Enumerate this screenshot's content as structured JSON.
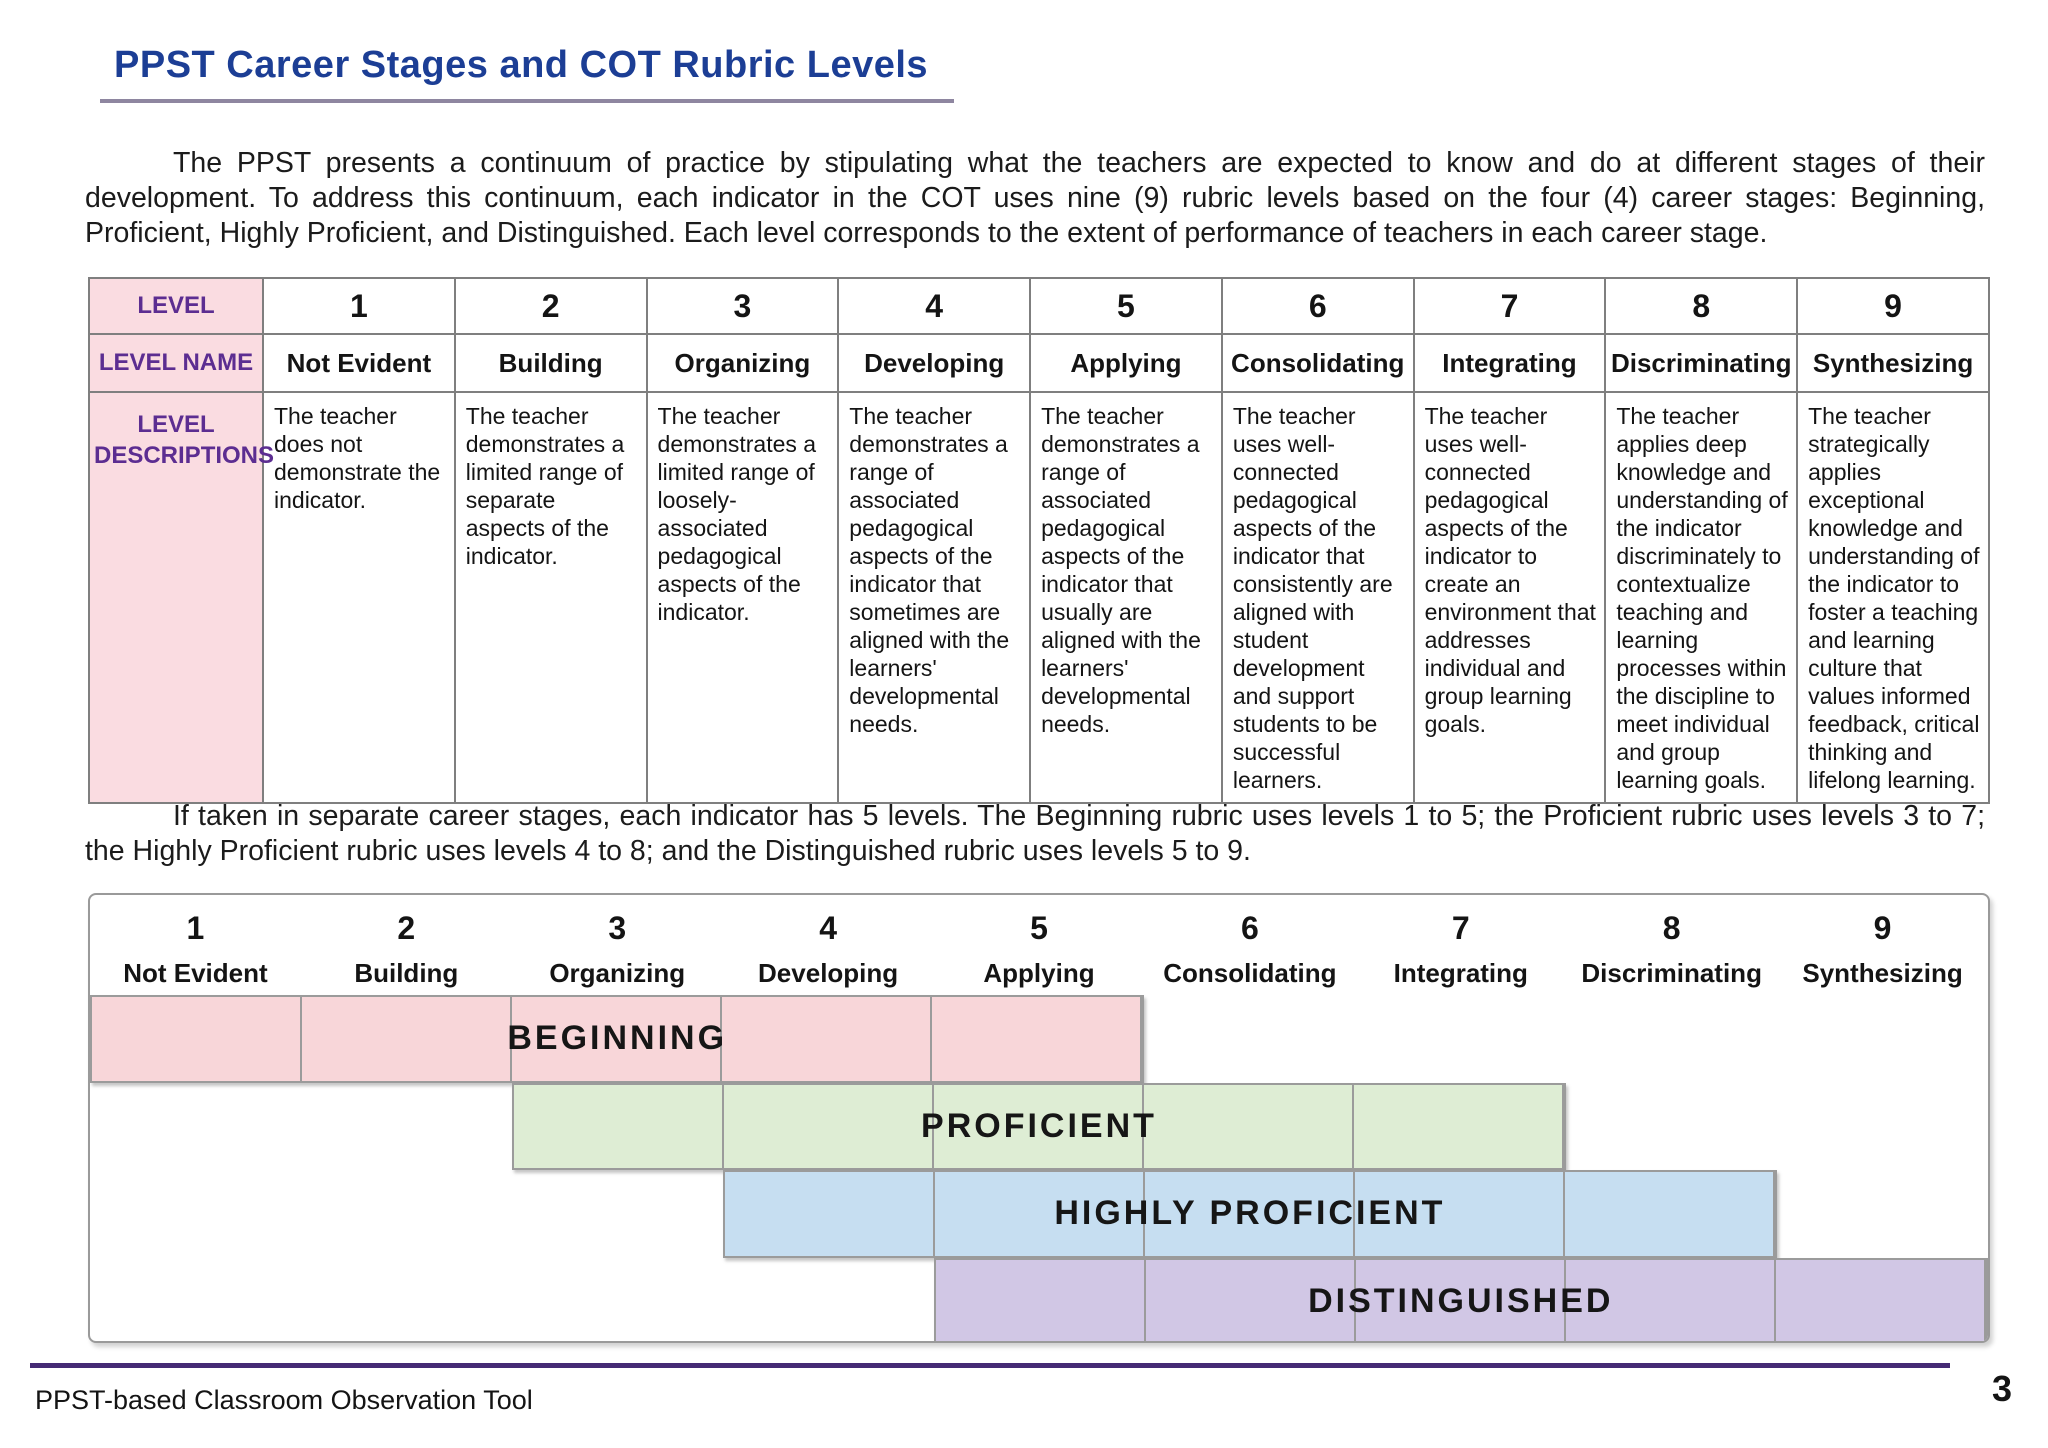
{
  "page": {
    "title": "PPST Career Stages and COT Rubric Levels",
    "paragraph1": "The PPST presents a continuum of practice by stipulating what the teachers are expected to know and do at different stages of their development. To address this continuum, each indicator in the COT uses nine (9) rubric levels based on the four (4) career stages: Beginning, Proficient, Highly Proficient, and Distinguished. Each level corresponds to the extent of performance of teachers in each career stage.",
    "paragraph2": "If taken in separate career stages, each indicator has 5 levels. The Beginning rubric uses levels 1 to 5; the Proficient rubric uses levels 3 to 7; the Highly Proficient rubric uses levels 4 to 8; and the Distinguished rubric uses levels 5 to 9.",
    "footer": {
      "left": "PPST-based Classroom Observation Tool",
      "page_number": "3"
    }
  },
  "rubric_table": {
    "row_headers": [
      "LEVEL",
      "LEVEL NAME",
      "LEVEL DESCRIPTIONS"
    ],
    "levels": [
      "1",
      "2",
      "3",
      "4",
      "5",
      "6",
      "7",
      "8",
      "9"
    ],
    "level_names": [
      "Not Evident",
      "Building",
      "Organizing",
      "Developing",
      "Applying",
      "Consolidating",
      "Integrating",
      "Discriminating",
      "Synthesizing"
    ],
    "level_descriptions": [
      "The teacher does not demonstrate the indicator.",
      "The teacher demonstrates a limited range of separate aspects of the indicator.",
      "The teacher demonstrates a limited range of loosely-associated pedagogical aspects of the indicator.",
      "The teacher demonstrates a range of associated pedagogical aspects of the indicator that sometimes are aligned with the learners' developmental needs.",
      "The teacher demonstrates a range of associated pedagogical aspects of the indicator that usually are aligned with the learners' developmental needs.",
      "The teacher uses well-connected pedagogical aspects of the indicator that consistently are aligned with student development and support students to be successful learners.",
      "The teacher uses well-connected pedagogical aspects of the indicator to create an environment that addresses individual and group learning goals.",
      "The teacher applies deep knowledge and understanding of the indicator discriminately to contextualize teaching and learning processes within the discipline to meet individual and group learning goals.",
      "The teacher strategically applies exceptional knowledge and understanding of the indicator to foster a teaching and learning culture that values informed feedback, critical thinking and lifelong learning."
    ]
  },
  "stage_chart": {
    "type": "table",
    "levels": [
      "1",
      "2",
      "3",
      "4",
      "5",
      "6",
      "7",
      "8",
      "9"
    ],
    "level_names": [
      "Not Evident",
      "Building",
      "Organizing",
      "Developing",
      "Applying",
      "Consolidating",
      "Integrating",
      "Discriminating",
      "Synthesizing"
    ],
    "stages": [
      {
        "label": "BEGINNING",
        "from_level": 1,
        "to_level": 5,
        "color": "#f8d6d9"
      },
      {
        "label": "PROFICIENT",
        "from_level": 3,
        "to_level": 7,
        "color": "#deedd4"
      },
      {
        "label": "HIGHLY PROFICIENT",
        "from_level": 4,
        "to_level": 8,
        "color": "#c6def1"
      },
      {
        "label": "DISTINGUISHED",
        "from_level": 5,
        "to_level": 9,
        "color": "#d1c7e5"
      }
    ]
  },
  "colors": {
    "title_blue": "#1c3e95",
    "header_pink": "#fadce1",
    "header_text_purple": "#5c2d91",
    "table_border_gray": "#7f7f7f",
    "diagram_border_gray": "#9a9a9a",
    "footer_rule_purple": "#452a74"
  }
}
